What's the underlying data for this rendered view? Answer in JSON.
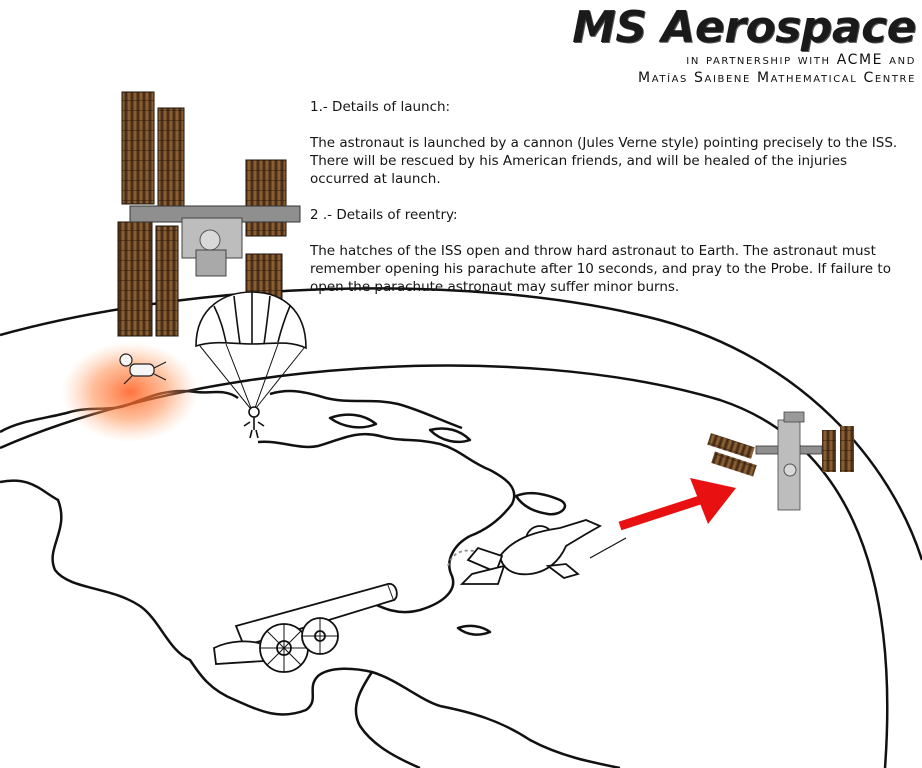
{
  "header": {
    "title": "MS Aerospace",
    "subtitle_line1": "in partnership with ACME and",
    "subtitle_line2": "Matías Saibene Mathematical Centre"
  },
  "launch": {
    "heading": "1.- Details of launch:",
    "text": "The astronaut is launched by a cannon (Jules Verne style) pointing precisely to the ISS. There will be rescued by his American friends, and will be healed of the injuries occurred at launch."
  },
  "reentry": {
    "heading": "2 .- Details of reentry:",
    "text": "The hatches of the ISS open and throw hard astronaut to Earth. The astronaut must remember opening his parachute after 10 seconds, and pray to the Probe. If failure to open the parachute astronaut may suffer minor burns."
  },
  "colors": {
    "arrow": "#e81010",
    "glow": "#ff7a3a",
    "panel": "#5a3a20",
    "outline": "#111111"
  }
}
